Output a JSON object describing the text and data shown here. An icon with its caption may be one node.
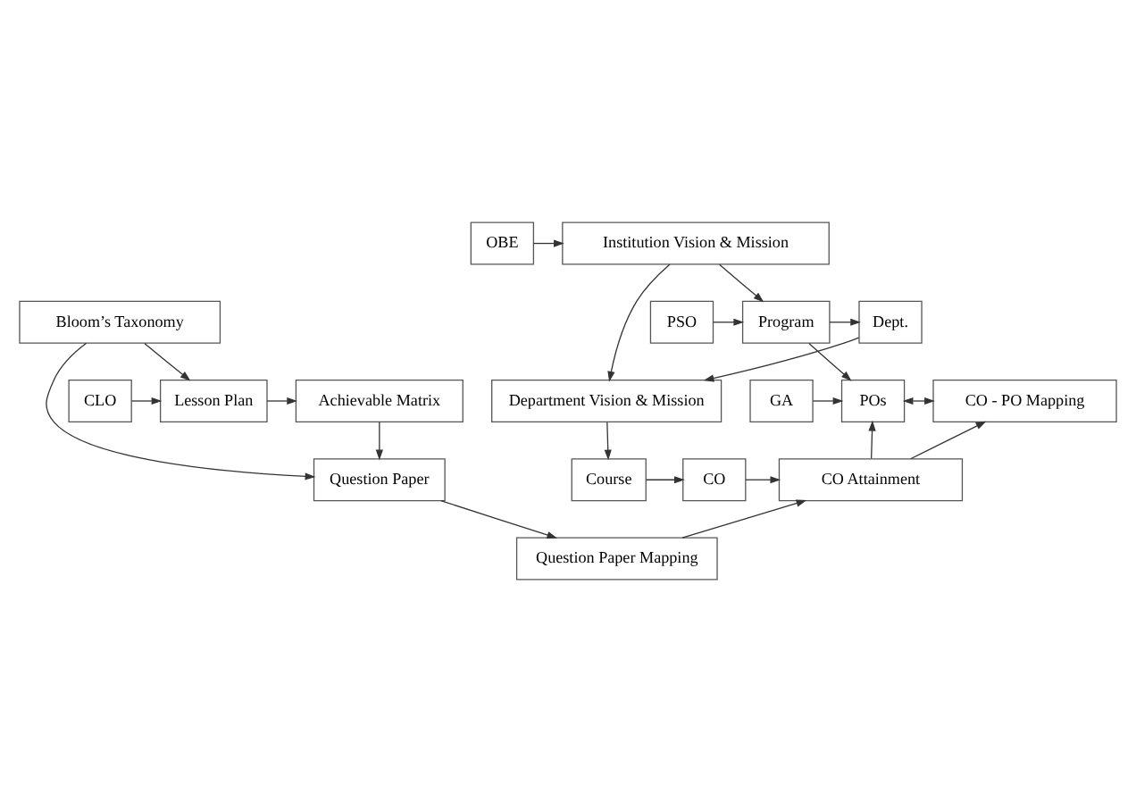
{
  "diagram": {
    "nodes": [
      {
        "text": [
          "OBE"
        ]
      },
      {
        "text": [
          "Institution Vision & Mission"
        ]
      },
      {
        "text": [
          "Dept."
        ]
      },
      {
        "text": [
          "Program"
        ]
      },
      {
        "text": [
          "PSO"
        ]
      },
      {
        "text": [
          "Department Vision & Mission"
        ]
      },
      {
        "text": [
          "POs"
        ]
      },
      {
        "text": [
          "CO - PO Mapping"
        ]
      },
      {
        "text": [
          "GA"
        ]
      },
      {
        "text": [
          "Question Paper Mapping"
        ]
      },
      {
        "text": [
          "Course"
        ]
      },
      {
        "text": [
          "CO"
        ]
      },
      {
        "text": [
          "CO Attainment"
        ]
      },
      {
        "text": [
          "Question Paper"
        ]
      },
      {
        "text": [
          "Bloom’s Taxonomy"
        ]
      },
      {
        "text": [
          "CLO"
        ]
      },
      {
        "text": [
          "Lesson Plan"
        ]
      },
      {
        "text": [
          "Achievable Matrix"
        ]
      }
    ],
    "edges": [
      {
        "from": 0,
        "to": 1,
        "arrow": "to"
      },
      {
        "from": 1,
        "to": 3,
        "arrow": "to"
      },
      {
        "from": 1,
        "to": 5,
        "arrow": "to"
      },
      {
        "from": 3,
        "to": 2,
        "arrow": "to"
      },
      {
        "from": 4,
        "to": 3,
        "arrow": "to"
      },
      {
        "from": 2,
        "to": 5,
        "arrow": "to"
      },
      {
        "from": 3,
        "to": 6,
        "arrow": "to"
      },
      {
        "from": 6,
        "to": 7,
        "arrow": "both"
      },
      {
        "from": 12,
        "to": 6,
        "arrow": "to"
      },
      {
        "from": 12,
        "to": 7,
        "arrow": "to"
      },
      {
        "from": 8,
        "to": 6,
        "arrow": "to"
      },
      {
        "from": 5,
        "to": 10,
        "arrow": "to"
      },
      {
        "from": 10,
        "to": 11,
        "arrow": "to"
      },
      {
        "from": 11,
        "to": 12,
        "arrow": "to"
      },
      {
        "from": 9,
        "to": 12,
        "arrow": "to"
      },
      {
        "from": 13,
        "to": 9,
        "arrow": "to"
      },
      {
        "from": 14,
        "to": 13,
        "arrow": "to"
      },
      {
        "from": 14,
        "to": 16,
        "arrow": "to"
      },
      {
        "from": 15,
        "to": 16,
        "arrow": "to"
      },
      {
        "from": 16,
        "to": 17,
        "arrow": "to"
      },
      {
        "from": 17,
        "to": 13,
        "arrow": "to"
      }
    ]
  }
}
